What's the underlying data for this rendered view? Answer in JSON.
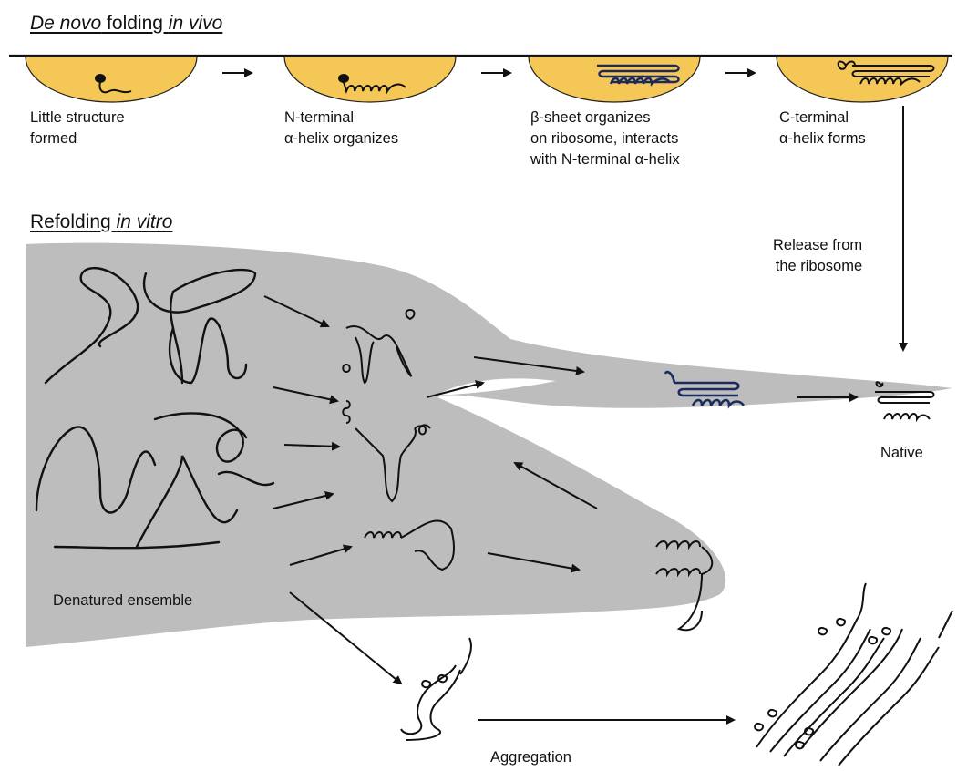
{
  "titles": {
    "in_vivo": {
      "part1": "De novo",
      "part2": " folding ",
      "part3": "in vivo"
    },
    "in_vitro": {
      "part1": "Refolding ",
      "part2": "in vitro"
    }
  },
  "stages": [
    {
      "label": "Little structure\nformed"
    },
    {
      "label": "N-terminal\nα-helix organizes"
    },
    {
      "label": "β-sheet organizes\non ribosome, interacts\nwith N-terminal α-helix"
    },
    {
      "label": "C-terminal\nα-helix forms"
    }
  ],
  "labels": {
    "release": "Release from\nthe ribosome",
    "native": "Native",
    "denatured": "Denatured ensemble",
    "aggregation": "Aggregation"
  },
  "colors": {
    "ribosome": "#f4c757",
    "funnel": "#bdbdbd",
    "chain": "#111111",
    "folded_chain": "#1b2b5e"
  }
}
